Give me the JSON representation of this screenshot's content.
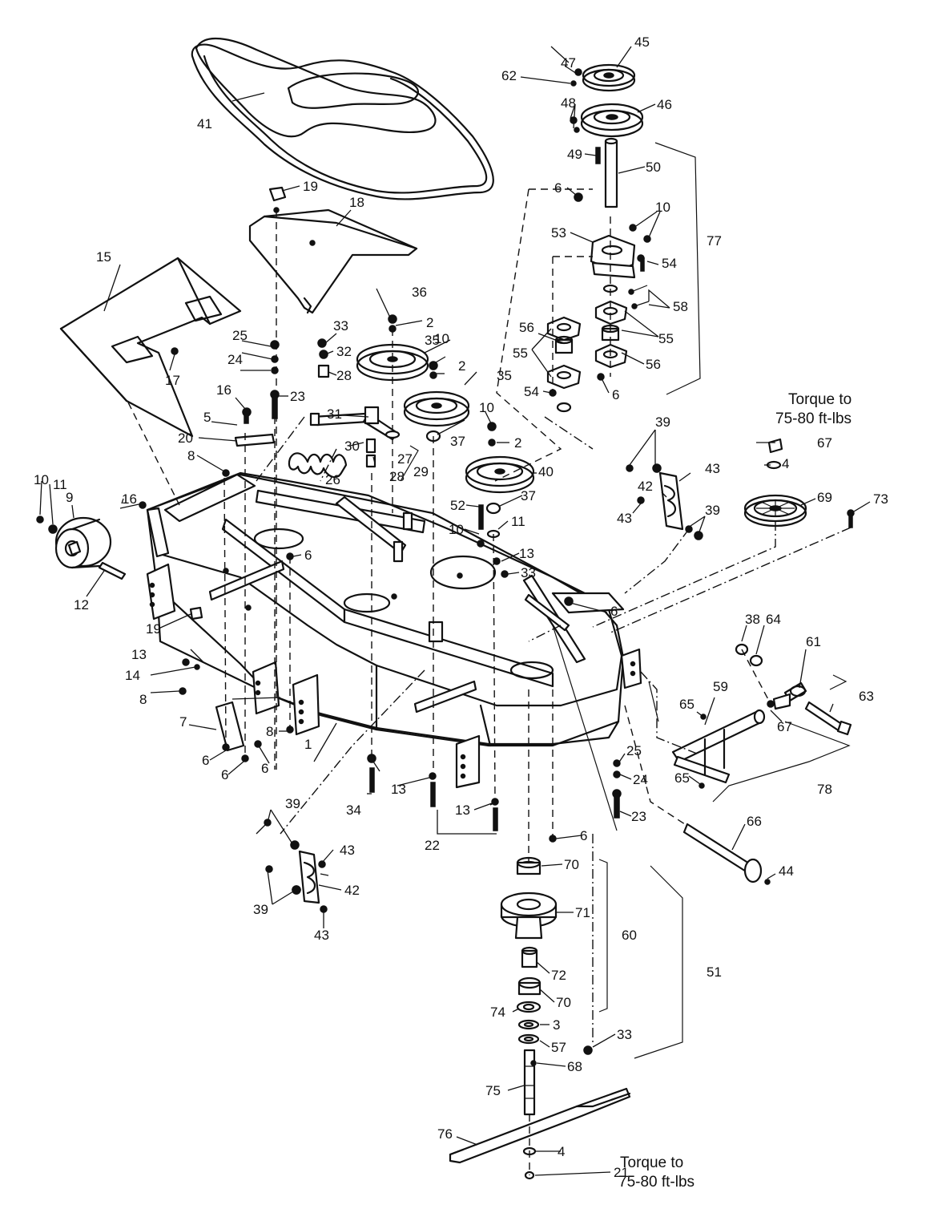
{
  "notes": {
    "torque_top_1": "Torque to",
    "torque_top_2": "75-80 ft-lbs",
    "torque_bottom_1": "Torque to",
    "torque_bottom_2": "75-80 ft-lbs"
  },
  "labels": [
    {
      "id": "l1",
      "text": "1"
    },
    {
      "id": "l2a",
      "text": "2"
    },
    {
      "id": "l2b",
      "text": "2"
    },
    {
      "id": "l2c",
      "text": "2"
    },
    {
      "id": "l3",
      "text": "3"
    },
    {
      "id": "l4a",
      "text": "4"
    },
    {
      "id": "l4b",
      "text": "4"
    },
    {
      "id": "l5",
      "text": "5"
    },
    {
      "id": "l6a",
      "text": "6"
    },
    {
      "id": "l6b",
      "text": "6"
    },
    {
      "id": "l6c",
      "text": "6"
    },
    {
      "id": "l6d",
      "text": "6"
    },
    {
      "id": "l6e",
      "text": "6"
    },
    {
      "id": "l6f",
      "text": "6"
    },
    {
      "id": "l6g",
      "text": "6"
    },
    {
      "id": "l6h",
      "text": "6"
    },
    {
      "id": "l7",
      "text": "7"
    },
    {
      "id": "l8a",
      "text": "8"
    },
    {
      "id": "l8b",
      "text": "8"
    },
    {
      "id": "l8c",
      "text": "8"
    },
    {
      "id": "l9",
      "text": "9"
    },
    {
      "id": "l10a",
      "text": "10"
    },
    {
      "id": "l10b",
      "text": "10"
    },
    {
      "id": "l10c",
      "text": "10"
    },
    {
      "id": "l10d",
      "text": "10"
    },
    {
      "id": "l10e",
      "text": "10"
    },
    {
      "id": "l11a",
      "text": "11"
    },
    {
      "id": "l11b",
      "text": "11"
    },
    {
      "id": "l12",
      "text": "12"
    },
    {
      "id": "l13a",
      "text": "13"
    },
    {
      "id": "l13b",
      "text": "13"
    },
    {
      "id": "l13c",
      "text": "13"
    },
    {
      "id": "l13d",
      "text": "13"
    },
    {
      "id": "l14",
      "text": "14"
    },
    {
      "id": "l15",
      "text": "15"
    },
    {
      "id": "l16a",
      "text": "16"
    },
    {
      "id": "l16b",
      "text": "16"
    },
    {
      "id": "l17",
      "text": "17"
    },
    {
      "id": "l18",
      "text": "18"
    },
    {
      "id": "l19a",
      "text": "19"
    },
    {
      "id": "l19b",
      "text": "19"
    },
    {
      "id": "l20",
      "text": "20"
    },
    {
      "id": "l21",
      "text": "21"
    },
    {
      "id": "l22",
      "text": "22"
    },
    {
      "id": "l23a",
      "text": "23"
    },
    {
      "id": "l23b",
      "text": "23"
    },
    {
      "id": "l24a",
      "text": "24"
    },
    {
      "id": "l24b",
      "text": "24"
    },
    {
      "id": "l25a",
      "text": "25"
    },
    {
      "id": "l25b",
      "text": "25"
    },
    {
      "id": "l26",
      "text": "26"
    },
    {
      "id": "l27",
      "text": "27"
    },
    {
      "id": "l28a",
      "text": "28"
    },
    {
      "id": "l28b",
      "text": "28"
    },
    {
      "id": "l29",
      "text": "29"
    },
    {
      "id": "l30",
      "text": "30"
    },
    {
      "id": "l31",
      "text": "31"
    },
    {
      "id": "l32",
      "text": "32"
    },
    {
      "id": "l33a",
      "text": "33"
    },
    {
      "id": "l33b",
      "text": "33"
    },
    {
      "id": "l33c",
      "text": "33"
    },
    {
      "id": "l34",
      "text": "34"
    },
    {
      "id": "l35a",
      "text": "35"
    },
    {
      "id": "l35b",
      "text": "35"
    },
    {
      "id": "l36",
      "text": "36"
    },
    {
      "id": "l37a",
      "text": "37"
    },
    {
      "id": "l37b",
      "text": "37"
    },
    {
      "id": "l38",
      "text": "38"
    },
    {
      "id": "l39a",
      "text": "39"
    },
    {
      "id": "l39b",
      "text": "39"
    },
    {
      "id": "l39c",
      "text": "39"
    },
    {
      "id": "l39d",
      "text": "39"
    },
    {
      "id": "l40",
      "text": "40"
    },
    {
      "id": "l41",
      "text": "41"
    },
    {
      "id": "l42a",
      "text": "42"
    },
    {
      "id": "l42b",
      "text": "42"
    },
    {
      "id": "l43a",
      "text": "43"
    },
    {
      "id": "l43b",
      "text": "43"
    },
    {
      "id": "l43c",
      "text": "43"
    },
    {
      "id": "l43d",
      "text": "43"
    },
    {
      "id": "l44",
      "text": "44"
    },
    {
      "id": "l45",
      "text": "45"
    },
    {
      "id": "l46",
      "text": "46"
    },
    {
      "id": "l47",
      "text": "47"
    },
    {
      "id": "l48",
      "text": "48"
    },
    {
      "id": "l49",
      "text": "49"
    },
    {
      "id": "l50",
      "text": "50"
    },
    {
      "id": "l51",
      "text": "51"
    },
    {
      "id": "l52",
      "text": "52"
    },
    {
      "id": "l53",
      "text": "53"
    },
    {
      "id": "l54a",
      "text": "54"
    },
    {
      "id": "l54b",
      "text": "54"
    },
    {
      "id": "l55a",
      "text": "55"
    },
    {
      "id": "l55b",
      "text": "55"
    },
    {
      "id": "l56a",
      "text": "56"
    },
    {
      "id": "l56b",
      "text": "56"
    },
    {
      "id": "l57",
      "text": "57"
    },
    {
      "id": "l58",
      "text": "58"
    },
    {
      "id": "l59",
      "text": "59"
    },
    {
      "id": "l60",
      "text": "60"
    },
    {
      "id": "l61",
      "text": "61"
    },
    {
      "id": "l62",
      "text": "62"
    },
    {
      "id": "l63",
      "text": "63"
    },
    {
      "id": "l64",
      "text": "64"
    },
    {
      "id": "l65a",
      "text": "65"
    },
    {
      "id": "l65b",
      "text": "65"
    },
    {
      "id": "l66",
      "text": "66"
    },
    {
      "id": "l67a",
      "text": "67"
    },
    {
      "id": "l67b",
      "text": "67"
    },
    {
      "id": "l68",
      "text": "68"
    },
    {
      "id": "l69",
      "text": "69"
    },
    {
      "id": "l70a",
      "text": "70"
    },
    {
      "id": "l70b",
      "text": "70"
    },
    {
      "id": "l71",
      "text": "71"
    },
    {
      "id": "l72",
      "text": "72"
    },
    {
      "id": "l73",
      "text": "73"
    },
    {
      "id": "l74",
      "text": "74"
    },
    {
      "id": "l75",
      "text": "75"
    },
    {
      "id": "l76",
      "text": "76"
    },
    {
      "id": "l77",
      "text": "77"
    },
    {
      "id": "l78",
      "text": "78"
    }
  ]
}
